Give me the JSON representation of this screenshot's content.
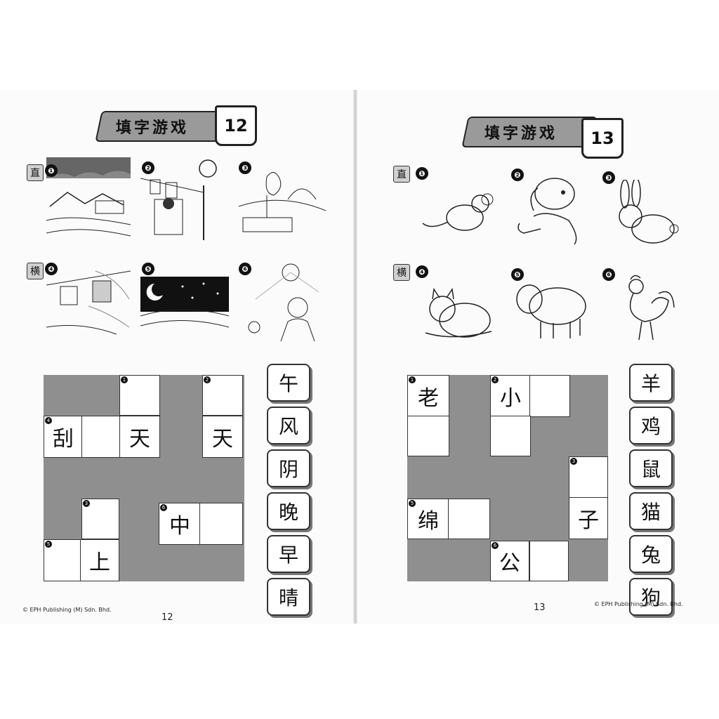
{
  "left": {
    "title": "填字游戏",
    "number": "12",
    "vertical_tag": "直",
    "horizontal_tag": "横",
    "clue_nums": [
      "❶",
      "❷",
      "❸",
      "❹",
      "❺",
      "❻"
    ],
    "scenes": [
      "cloudy-sky-scene",
      "clothes-drying-sun-scene",
      "rooster-sunrise-scene",
      "windy-laundry-scene",
      "night-moon-scene",
      "sun-man-scene"
    ],
    "grid_letters": {
      "c1": "刮",
      "c2": "天",
      "c3": "天",
      "c4": "中",
      "c5": "上"
    },
    "word_bank": [
      "午",
      "风",
      "阴",
      "晚",
      "早",
      "晴"
    ],
    "footer": "© EPH Publishing (M) Sdn. Bhd.",
    "page_number": "12"
  },
  "right": {
    "title": "填字游戏",
    "number": "13",
    "vertical_tag": "直",
    "horizontal_tag": "横",
    "clue_nums": [
      "❶",
      "❷",
      "❸",
      "❹",
      "❺",
      "❻"
    ],
    "animals": [
      "mouse",
      "dog",
      "rabbit",
      "cat",
      "sheep",
      "rooster"
    ],
    "grid_letters": {
      "c1": "老",
      "c2": "小",
      "c3": "绵",
      "c4": "子",
      "c5": "公"
    },
    "word_bank": [
      "羊",
      "鸡",
      "鼠",
      "猫",
      "兔",
      "狗"
    ],
    "footer": "© EPH Publishing (M) Sdn. Bhd.",
    "page_number": "13"
  },
  "colors": {
    "banner": "#9a9a9a",
    "grid_shade": "#8f8f8f",
    "ink": "#111111"
  }
}
